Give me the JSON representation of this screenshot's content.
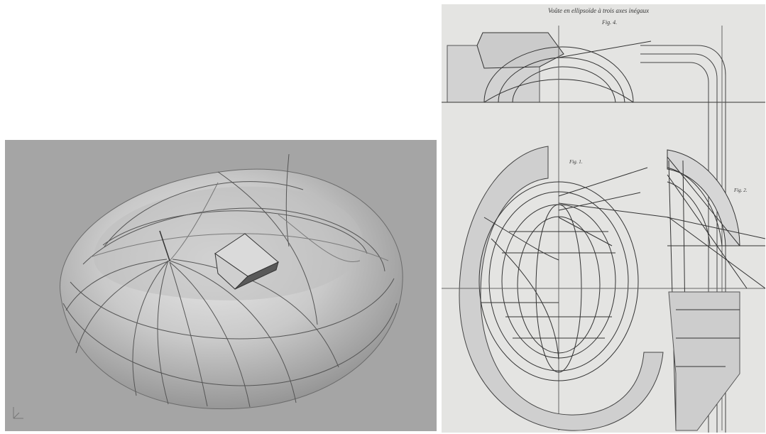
{
  "panels": {
    "left": {
      "description_icon": "rendered-ellipsoid-vault-model"
    },
    "right": {
      "title": "Voûte en ellipsoïde à trois axes inégaux",
      "fig_top": "Fig. 4.",
      "fig_plan": "Fig. 1.",
      "fig_side": "Fig. 2."
    }
  },
  "colors": {
    "render_background": "#a5a5a5",
    "paper": "#e4e4e2",
    "ink": "#2a2a2a"
  }
}
